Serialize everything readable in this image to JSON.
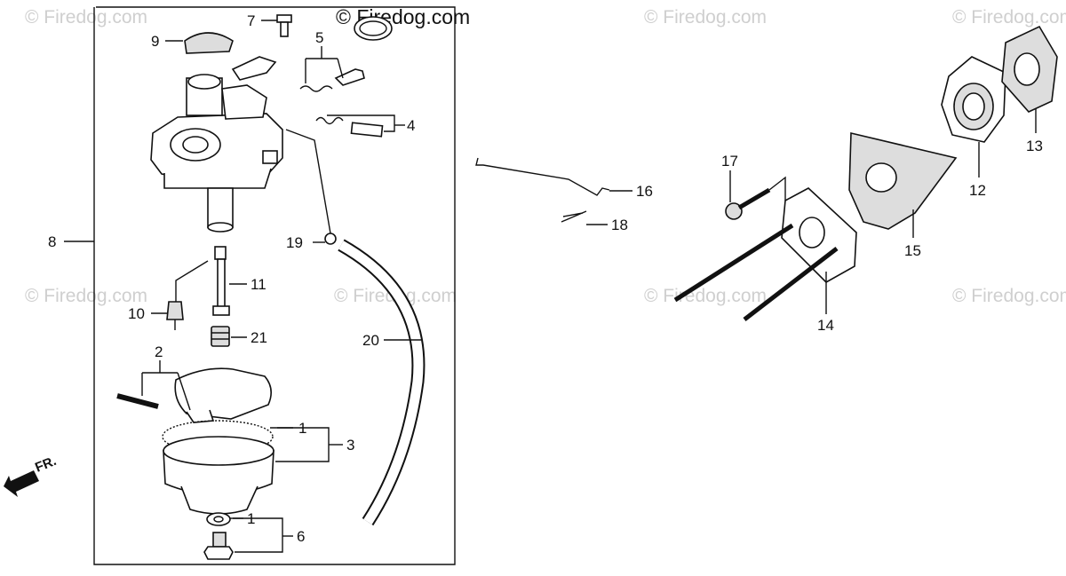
{
  "watermarks": [
    "© Firedog.com",
    "© Firedog.com",
    "© Firedog.com",
    "© Firedog.com",
    "© Firedog.com",
    "© Firedog.com",
    "© Firedog.com"
  ],
  "brand": "© Firedog.com",
  "direction_label": "FR.",
  "callouts": {
    "c1a": "1",
    "c1b": "1",
    "c2": "2",
    "c3": "3",
    "c4": "4",
    "c5": "5",
    "c6": "6",
    "c7": "7",
    "c8": "8",
    "c9": "9",
    "c10": "10",
    "c11": "11",
    "c12": "12",
    "c13": "13",
    "c14": "14",
    "c15": "15",
    "c16": "16",
    "c17": "17",
    "c18": "18",
    "c19": "19",
    "c20": "20",
    "c21": "21"
  }
}
